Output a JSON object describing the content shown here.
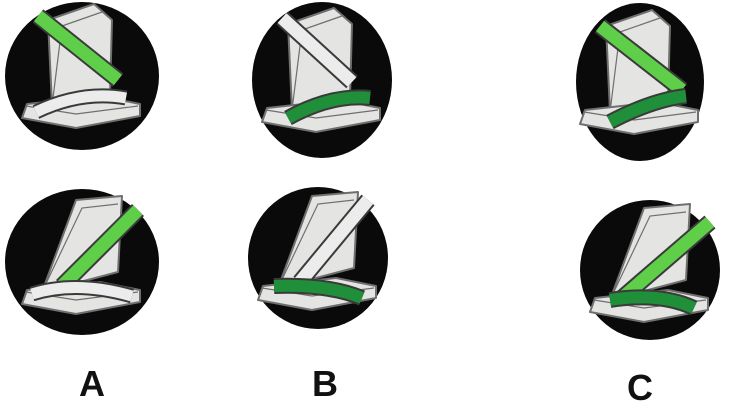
{
  "columns": [
    {
      "label": "A"
    },
    {
      "label": "B"
    },
    {
      "label": "C"
    }
  ],
  "colors": {
    "disc": "#0a0a0a",
    "seat_fill": "#e4e4e2",
    "seat_outline": "#6f6f6f",
    "belt_light_green": "#5fcf4a",
    "belt_dark_green": "#1f8f3a",
    "belt_white": "#ececec"
  },
  "panels": [
    {
      "column": "A",
      "row": "top",
      "icon": "seat-shoulder-belt-light-green-icon"
    },
    {
      "column": "A",
      "row": "bottom",
      "icon": "seat-shoulder-belt-light-green-icon"
    },
    {
      "column": "B",
      "row": "top",
      "icon": "seat-lap-belt-dark-green-icon"
    },
    {
      "column": "B",
      "row": "bottom",
      "icon": "seat-lap-belt-dark-green-icon"
    },
    {
      "column": "C",
      "row": "top",
      "icon": "seat-three-point-belt-icon"
    },
    {
      "column": "C",
      "row": "bottom",
      "icon": "seat-three-point-belt-icon"
    }
  ]
}
